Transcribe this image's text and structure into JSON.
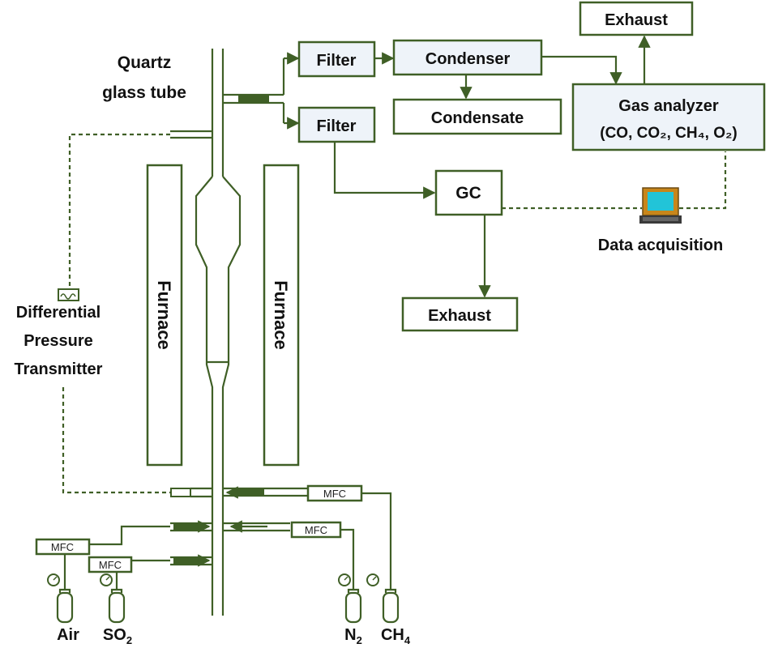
{
  "labels": {
    "quartz_line1": "Quartz",
    "quartz_line2": "glass tube",
    "filter_top": "Filter",
    "filter_bottom": "Filter",
    "condenser": "Condenser",
    "condensate": "Condensate",
    "exhaust_top": "Exhaust",
    "exhaust_bottom": "Exhaust",
    "gas_analyzer": "Gas analyzer",
    "gas_analyzer_species": "(CO, CO₂, CH₄, O₂)",
    "gc": "GC",
    "data_acquisition": "Data acquisition",
    "furnace_left": "Furnace",
    "furnace_right": "Furnace",
    "dpt_line1": "Differential",
    "dpt_line2": "Pressure",
    "dpt_line3": "Transmitter",
    "mfc": "MFC"
  },
  "gases": [
    {
      "name": "Air",
      "sub": ""
    },
    {
      "name": "SO",
      "sub": "2"
    },
    {
      "name": "N",
      "sub": "2"
    },
    {
      "name": "CH",
      "sub": "4"
    }
  ],
  "colors": {
    "line": "#3f5f26",
    "box_fill": "#eef3f9",
    "monitor_frame": "#c8861b",
    "monitor_screen": "#22c4d8"
  }
}
